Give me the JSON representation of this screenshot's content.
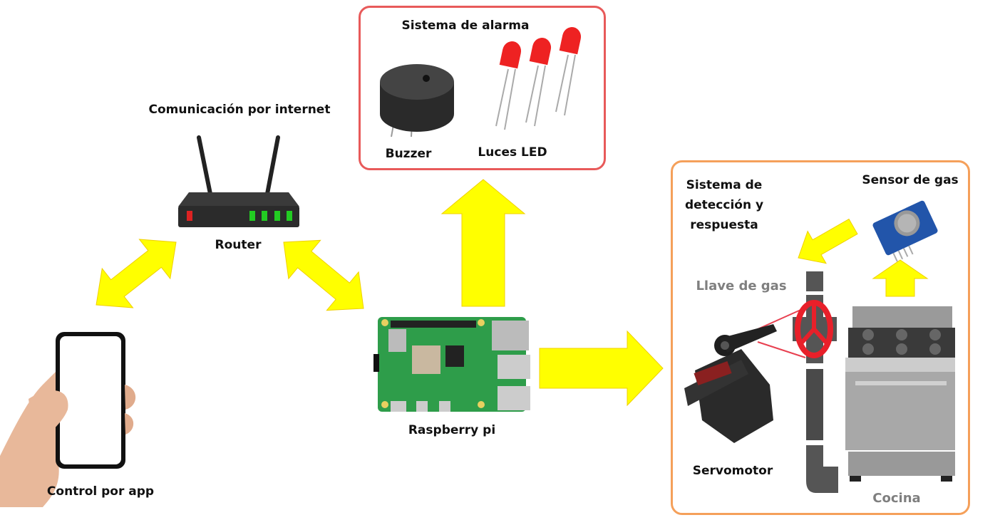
{
  "alarm_system": {
    "title": "Sistema de alarma",
    "buzzer_label": "Buzzer",
    "leds_label": "Luces LED",
    "border_color": "#e85a5a"
  },
  "communication": {
    "title": "Comunicación por internet",
    "router_label": "Router"
  },
  "controller": {
    "label": "Raspberry pi"
  },
  "app": {
    "label": "Control por app"
  },
  "detection_system": {
    "title_lines": [
      "Sistema de",
      "detección y",
      "respuesta"
    ],
    "sensor_label": "Sensor de gas",
    "valve_label": "Llave de gas",
    "servo_label": "Servomotor",
    "stove_label": "Cocina",
    "border_color": "#f5a05a"
  },
  "arrow_color": "#ffff00",
  "led_color": "#ee2222",
  "valve_color": "#e8202a"
}
